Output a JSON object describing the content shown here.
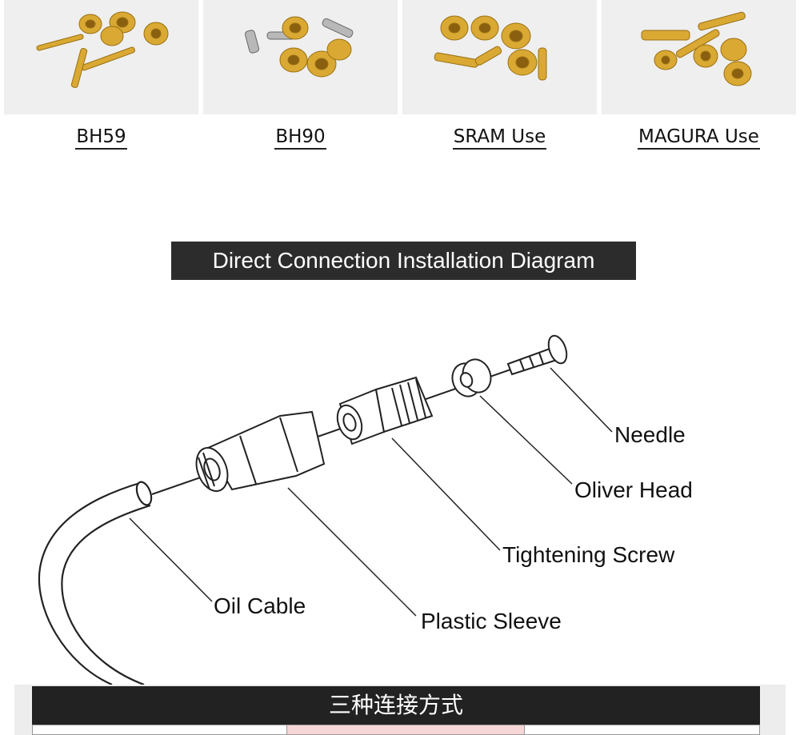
{
  "products": [
    {
      "label": "BH59",
      "icon": "brass-fittings-photo"
    },
    {
      "label": "BH90",
      "icon": "steel-and-brass-fittings-photo"
    },
    {
      "label": "SRAM Use",
      "icon": "brass-barbed-fittings-photo"
    },
    {
      "label": "MAGURA Use",
      "icon": "brass-threaded-fittings-photo"
    }
  ],
  "diagram": {
    "title": "Direct Connection Installation Diagram",
    "callouts": {
      "needle": "Needle",
      "oliver_head": "Oliver Head",
      "tightening_screw": "Tightening Screw",
      "oil_cable": "Oil Cable",
      "plastic_sleeve": "Plastic Sleeve"
    }
  },
  "bottom": {
    "title": "三种连接方式"
  },
  "colors": {
    "brass": "#d9a933",
    "brass_dark": "#a87a18",
    "steel": "#9a9a9a",
    "title_bg": "#2c2c2c",
    "bottom_title_bg": "#222222",
    "table_pink": "#f6d6d6"
  }
}
